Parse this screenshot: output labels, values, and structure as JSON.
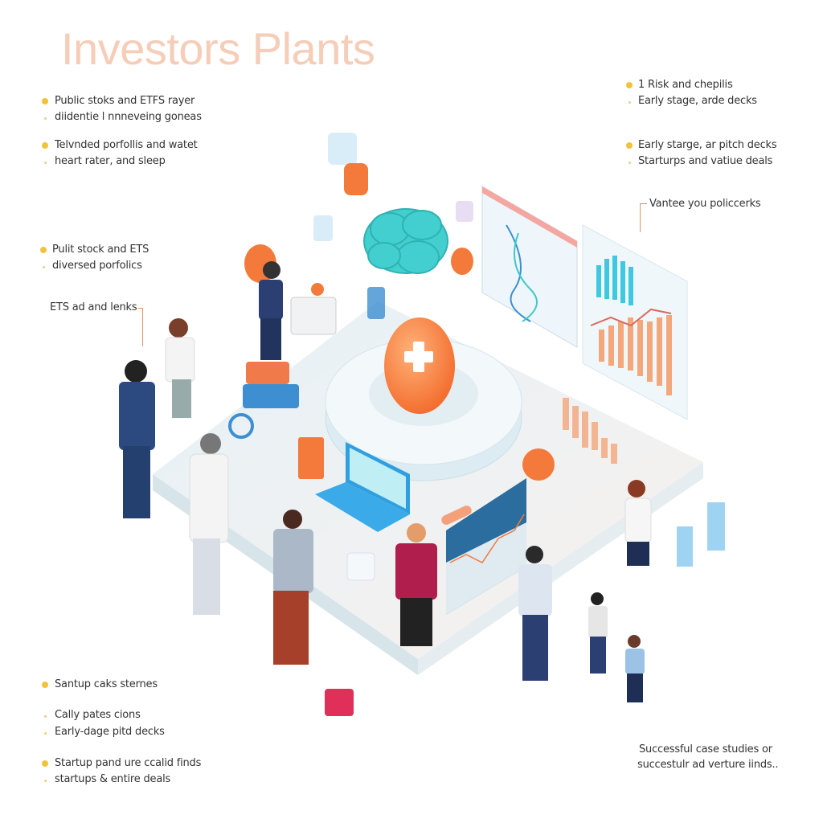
{
  "title": "Investors Plants",
  "left_blocks": [
    {
      "main": "Public stoks and ETFS rayer",
      "sub": "diidentie l nnneveing goneas"
    },
    {
      "main": "Telvnded porfollis and watet",
      "sub": "heart rater, and sleep"
    },
    {
      "main": "Pulit stock and ETS",
      "sub": "diversed porfolics"
    }
  ],
  "left_callout": "ETS ad and lenks",
  "right_blocks": [
    {
      "main": "1 Risk and chepilis",
      "sub": "Early stage, arde decks"
    },
    {
      "main": "Early starge, ar pitch decks",
      "sub": "Starturps and vatiue deals"
    }
  ],
  "right_callout": "Vantee you policcerks",
  "bottom_left": {
    "heading": "Santup caks sternes",
    "lines": [
      "Cally pates cions",
      "Early-dage pitd decks"
    ],
    "block": {
      "main": "Startup pand ure ccalid finds",
      "sub": "startups & entire deals"
    }
  },
  "bottom_right": [
    "Successful case studies or",
    "succestulr ad verture iinds.."
  ],
  "colors": {
    "accent_orange": "#f47a3c",
    "teal": "#3fc9c9",
    "bullet_yellow": "#f2c33a",
    "title": "#f5cdb8",
    "blue_panel": "#2a6d9e"
  }
}
